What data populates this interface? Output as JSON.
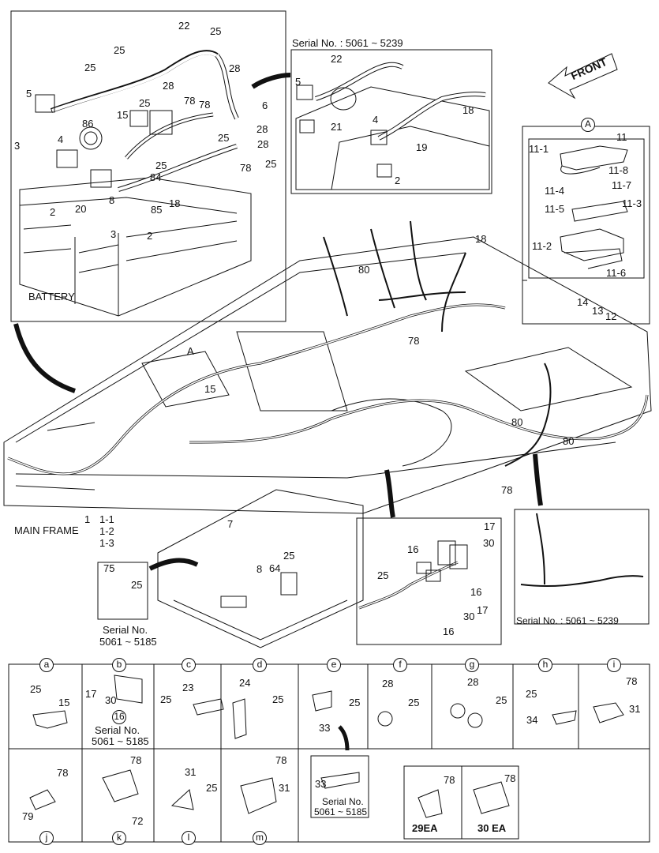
{
  "battery_box": {
    "title": "BATTERY"
  },
  "serial_top": {
    "title": "Serial No. : 5061 ~ 5239"
  },
  "front_arrow": {
    "label": "FRONT"
  },
  "detail_a": {
    "title": "A",
    "parts": [
      "11",
      "11-1",
      "11-8",
      "11-7",
      "11-4",
      "11-5",
      "11-3",
      "11-2",
      "11-6",
      "14",
      "13",
      "12"
    ]
  },
  "main_frame": {
    "label": "MAIN FRAME",
    "parts": [
      "1",
      "1-1",
      "1-2",
      "1-3"
    ]
  },
  "serial_small": {
    "text": "Serial No.",
    "range": "5061 ~ 5185"
  },
  "serial_right": {
    "title": "Serial No. : 5061 ~ 5239"
  },
  "callouts": [
    "22",
    "25",
    "25",
    "28",
    "25",
    "28",
    "5",
    "6",
    "78",
    "78",
    "25",
    "3",
    "4",
    "86",
    "15",
    "25",
    "28",
    "28",
    "84",
    "25",
    "78",
    "25",
    "8",
    "20",
    "2",
    "3",
    "2",
    "85",
    "18",
    "2",
    "19",
    "4",
    "5",
    "21",
    "22",
    "18",
    "80",
    "18",
    "78",
    "80",
    "80",
    "78",
    "7",
    "8",
    "25",
    "64",
    "75",
    "25",
    "17",
    "30",
    "16",
    "25",
    "16",
    "30",
    "17",
    "16",
    "15",
    "A"
  ],
  "table": {
    "cells": [
      {
        "id": "a",
        "parts": [
          "25",
          "15"
        ]
      },
      {
        "id": "b",
        "parts": [
          "17",
          "30",
          "16"
        ],
        "serial": "Serial No.",
        "range": "5061 ~ 5185"
      },
      {
        "id": "c",
        "parts": [
          "23",
          "25"
        ]
      },
      {
        "id": "d",
        "parts": [
          "24",
          "25"
        ]
      },
      {
        "id": "e",
        "parts": [
          "25",
          "33"
        ],
        "serial": "Serial No.",
        "range": "5061 ~ 5185",
        "sub": "33"
      },
      {
        "id": "f",
        "parts": [
          "28",
          "25"
        ]
      },
      {
        "id": "g",
        "parts": [
          "28",
          "25"
        ]
      },
      {
        "id": "h",
        "parts": [
          "25",
          "34"
        ]
      },
      {
        "id": "i",
        "parts": [
          "78",
          "31"
        ]
      },
      {
        "id": "j",
        "parts": [
          "78",
          "79"
        ]
      },
      {
        "id": "k",
        "parts": [
          "78",
          "72"
        ]
      },
      {
        "id": "l",
        "parts": [
          "31",
          "25"
        ]
      },
      {
        "id": "m",
        "parts": [
          "78",
          "31"
        ]
      }
    ],
    "ea": [
      {
        "part": "78",
        "qty": "29EA"
      },
      {
        "part": "78",
        "qty": "30 EA"
      }
    ]
  }
}
